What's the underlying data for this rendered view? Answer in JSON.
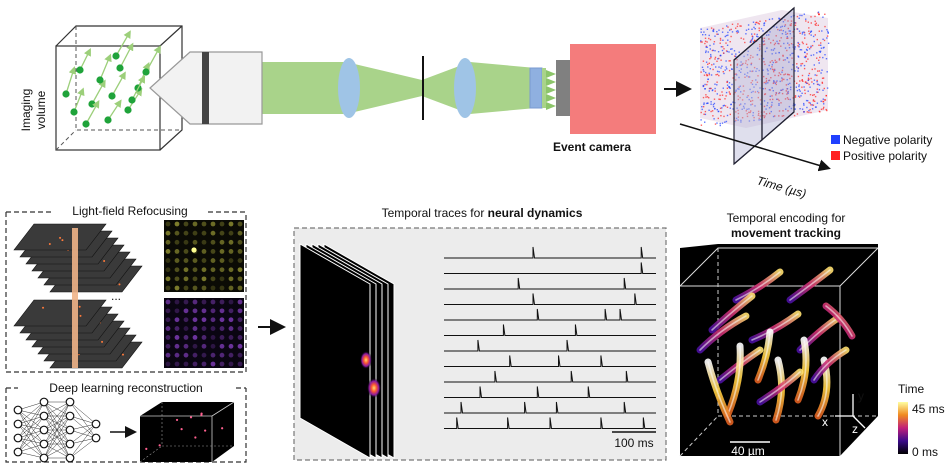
{
  "labels": {
    "imaging_volume_1": "Imaging",
    "imaging_volume_2": "volume",
    "event_camera": "Event camera",
    "time_axis": "Time (µs)",
    "legend_negative": "Negative polarity",
    "legend_positive": "Positive polarity",
    "lf_refocusing": "Light-field Refocusing",
    "deep_learning": "Deep learning reconstruction",
    "temporal_traces_prefix": "Temporal traces for ",
    "temporal_traces_bold": "neural dynamics",
    "scale_100ms": "100 ms",
    "temporal_enc_1": "Temporal encoding for",
    "temporal_enc_2": "movement tracking",
    "scale_40um": "40 µm",
    "colorbar_title": "Time",
    "colorbar_max": "45 ms",
    "colorbar_min": "0 ms",
    "ellipsis": "...",
    "axis_x": "x",
    "axis_y": "y",
    "axis_z": "z"
  },
  "colors": {
    "beam": "#a9d38a",
    "lens": "#9fc4e6",
    "camera": "#f47c7c",
    "camera_mount": "#808080",
    "negative": "#2040ff",
    "positive": "#ff2020",
    "neuron": "#1fa33a",
    "refocus_bar": "#f0b488"
  }
}
